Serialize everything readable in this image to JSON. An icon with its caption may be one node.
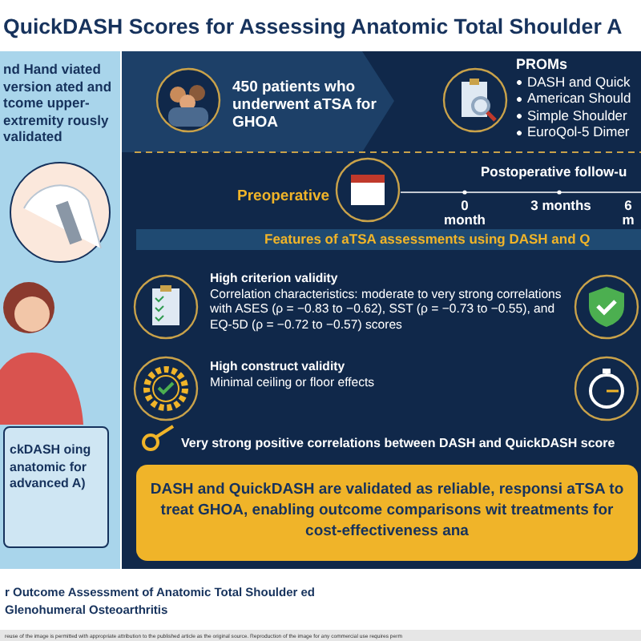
{
  "diagram": {
    "title": "QuickDASH Scores for Assessing Anatomic Total Shoulder A",
    "nodes": [
      {
        "text": [
          "nd Hand viated version ated and tcome upper-extremity rously validated"
        ]
      },
      {
        "text": [
          "ckDASH oing anatomic for advanced A)"
        ]
      },
      {
        "text": [
          "450 patients who underwent aTSA for GHOA"
        ]
      },
      {
        "text": [
          "PROMs",
          "DASH and Quick",
          "American Should",
          "Simple Shoulder",
          "EuroQol-5 Dimer"
        ]
      },
      {
        "text": [
          "Features of aTSA assessments using DASH and Q"
        ]
      },
      {
        "text": [
          "High criterion validity",
          "Correlation characteristics: moderate to very strong correlations with ASES (ρ = −0.83 to −0.62), SST (ρ = −0.73 to −0.55), and EQ-5D (ρ = −0.72 to −0.57) scores"
        ]
      },
      {
        "text": [
          "High construct validity",
          "Minimal ceiling or floor effects"
        ]
      },
      {
        "text": [
          "Very strong positive correlations between DASH and QuickDASH score"
        ]
      },
      {
        "text": [
          "DASH and QuickDASH are validated as reliable, responsi aTSA to treat GHOA, enabling outcome comparisons wit treatments for cost-effectiveness ana"
        ]
      }
    ],
    "edges": [],
    "labels": [
      "Preoperative",
      "Postoperative follow-u",
      "0 month",
      "3 months",
      "6 m",
      "r Outcome Assessment of Anatomic Total Shoulder ed Glenohumeral Osteoarthritis",
      "reuse of the image is permitted with appropriate attribution to the published article as the original source. Reproduction of the image for any commercial use requires perm"
    ]
  }
}
